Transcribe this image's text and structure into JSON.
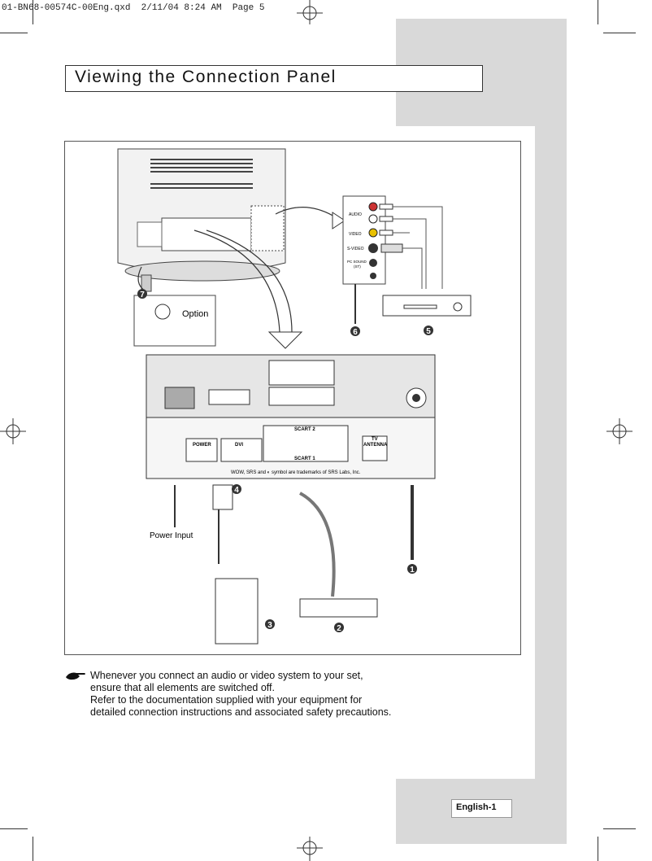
{
  "print_header": "01-BN68-00574C-00Eng.qxd  2/11/04 8:24 AM  Page 5",
  "title": "Viewing the Connection Panel",
  "diagram": {
    "option_label": "Option",
    "power_input_label": "Power Input",
    "side_panel": {
      "audio": "AUDIO",
      "video": "VIDEO",
      "svideo": "S-VIDEO",
      "pc_sound": "PC SOUND",
      "pc_sound_sub": "(ST)"
    },
    "panel_labels": {
      "power": "POWER",
      "dvi": "DVI",
      "scart2": "SCART 2",
      "scart1": "SCART 1",
      "tv": "TV",
      "antenna": "ANTENNA"
    },
    "trademark": "WOW, SRS and ◐ symbol are trademarks of SRS Labs, Inc.",
    "callouts": {
      "c1": "1",
      "c2": "2",
      "c3": "3",
      "c4": "4",
      "c5": "5",
      "c6": "6",
      "c7": "7"
    }
  },
  "note": {
    "icon": "pointing-hand-icon",
    "line1": "Whenever you connect an audio or video system to your set,",
    "line2": "ensure that all elements are switched off.",
    "line3": "Refer to the documentation supplied with your equipment for",
    "line4": "detailed connection instructions and associated safety precautions."
  },
  "page_label": "English-1"
}
